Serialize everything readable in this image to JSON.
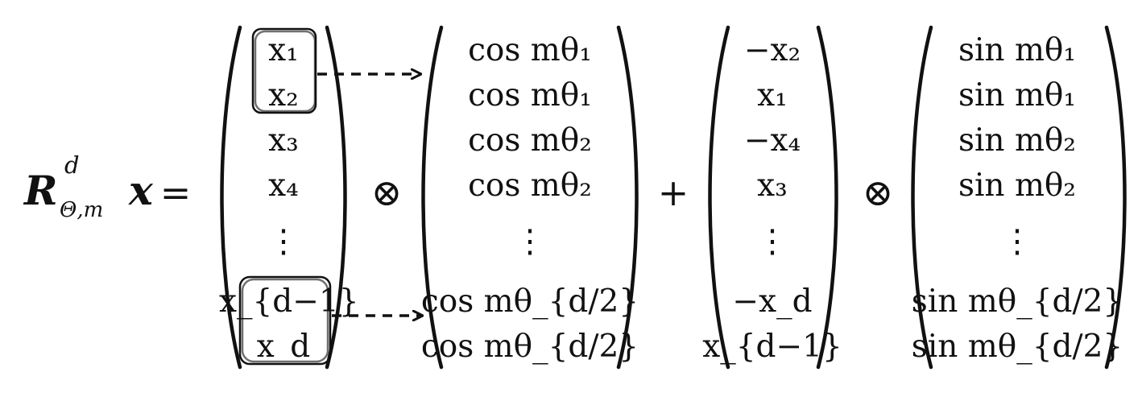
{
  "equation": {
    "lhs": {
      "operator_symbol": "R",
      "superscript": "d",
      "subscript": "Θ,m",
      "vector": "x",
      "equals": "="
    },
    "vector_x": [
      "x₁",
      "x₂",
      "x₃",
      "x₄",
      "⋮",
      "x_{d−1}",
      "x_d"
    ],
    "vector_cos": [
      "cos mθ₁",
      "cos mθ₁",
      "cos mθ₂",
      "cos mθ₂",
      "⋮",
      "cos mθ_{d/2}",
      "cos mθ_{d/2}"
    ],
    "vector_x_rotated": [
      "−x₂",
      "x₁",
      "−x₄",
      "x₃",
      "⋮",
      "−x_d",
      "x_{d−1}"
    ],
    "vector_sin": [
      "sin mθ₁",
      "sin mθ₁",
      "sin mθ₂",
      "sin mθ₂",
      "⋮",
      "sin mθ_{d/2}",
      "sin mθ_{d/2}"
    ],
    "operators": {
      "otimes_1": "⊗",
      "plus": "+",
      "otimes_2": "⊗"
    }
  },
  "annotations": {
    "highlight_boxes": [
      "x₁ x₂ pair",
      "x_{d−1} x_d pair"
    ],
    "arrows": [
      "pair 1 → cos mθ₁",
      "last pair → cos mθ_{d/2}"
    ],
    "line_style": "dashed",
    "stroke_color": "#111111"
  }
}
